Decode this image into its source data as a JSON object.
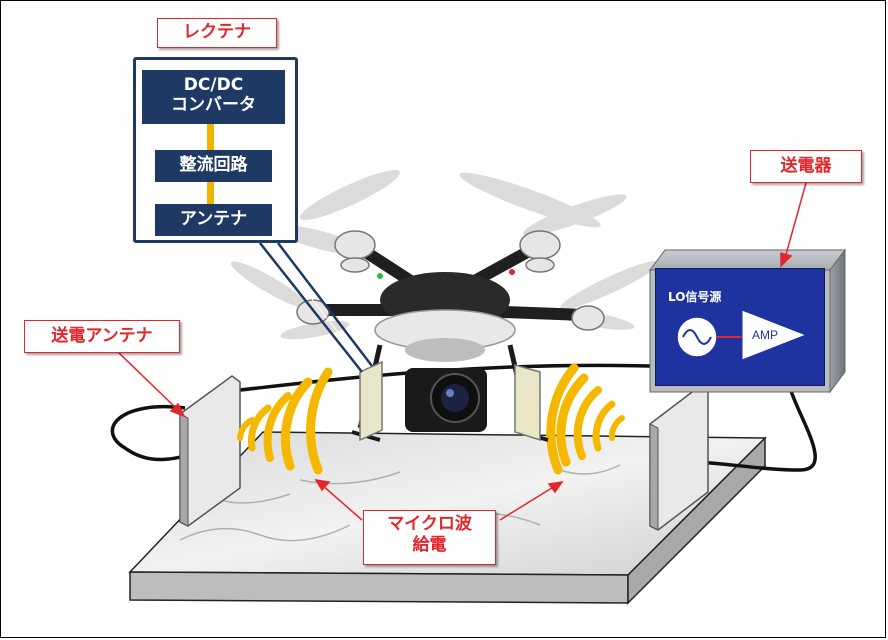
{
  "labels": {
    "rectenna": "レクテナ",
    "transmitter": "送電器",
    "tx_antenna": "送電アンテナ",
    "microwave_line1": "マイクロ波",
    "microwave_line2": "給電"
  },
  "rectenna_blocks": {
    "dcdc_line1": "DC/DC",
    "dcdc_line2": "コンバータ",
    "rectifier": "整流回路",
    "antenna": "アンテナ"
  },
  "transmitter_box": {
    "lo_source": "LO信号源",
    "amp": "AMP"
  },
  "colors": {
    "label_red": "#e3262c",
    "panel_navy": "#1e3a64",
    "connector_yellow": "#f0b400",
    "wave_yellow": "#f5b800",
    "transmitter_blue": "#1e32a0"
  }
}
